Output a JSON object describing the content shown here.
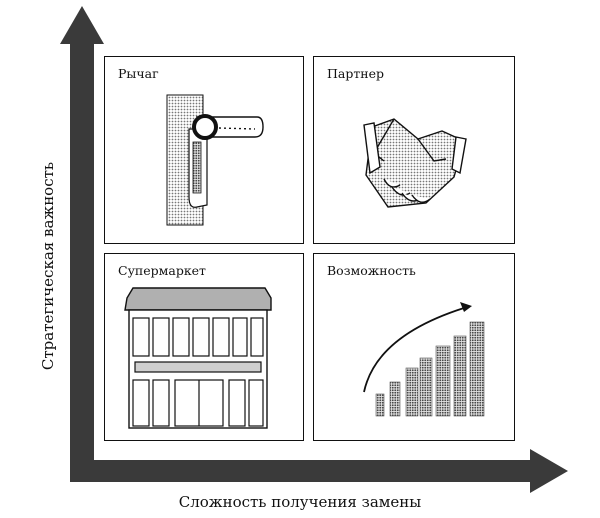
{
  "axes": {
    "x_label": "Сложность получения замены",
    "y_label": "Стратегическая важность"
  },
  "quadrants": {
    "top_left": {
      "title": "Рычаг",
      "icon": "lever-icon"
    },
    "top_right": {
      "title": "Партнер",
      "icon": "handshake-icon"
    },
    "bottom_left": {
      "title": "Супермаркет",
      "icon": "supermarket-icon"
    },
    "bottom_right": {
      "title": "Возможность",
      "icon": "growth-chart-icon"
    }
  },
  "colors": {
    "axis": "#3a3a3a",
    "stroke": "#111111",
    "hatch": "#8a8a8a"
  }
}
